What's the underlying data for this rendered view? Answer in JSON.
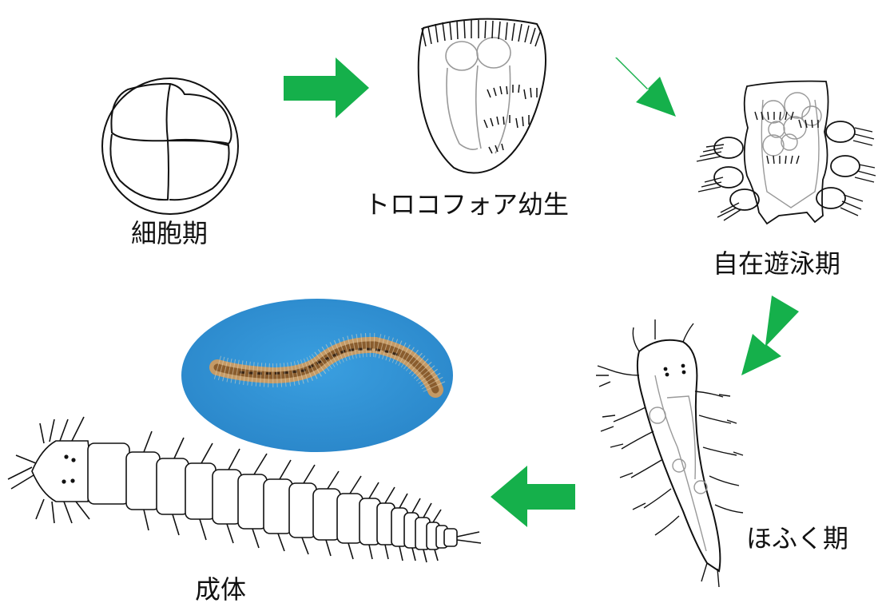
{
  "labels": {
    "cell_stage": "細胞期",
    "trochophore": "トロコフォア幼生",
    "free_swimming": "自在遊泳期",
    "crawling": "ほふく期",
    "adult": "成体"
  },
  "colors": {
    "arrow": "#15b04b",
    "photo_background": "#2f93d6",
    "worm_body": "#a77a44",
    "outline": "#111111",
    "inner_organs": "#9a9a9a"
  },
  "icons": {
    "cycle_arrow": "green-block-arrow",
    "cell": "cell-cleavage-drawing",
    "larva": "larva-line-drawing",
    "adult": "segmented-worm-drawing",
    "photo": "worm-photo"
  }
}
